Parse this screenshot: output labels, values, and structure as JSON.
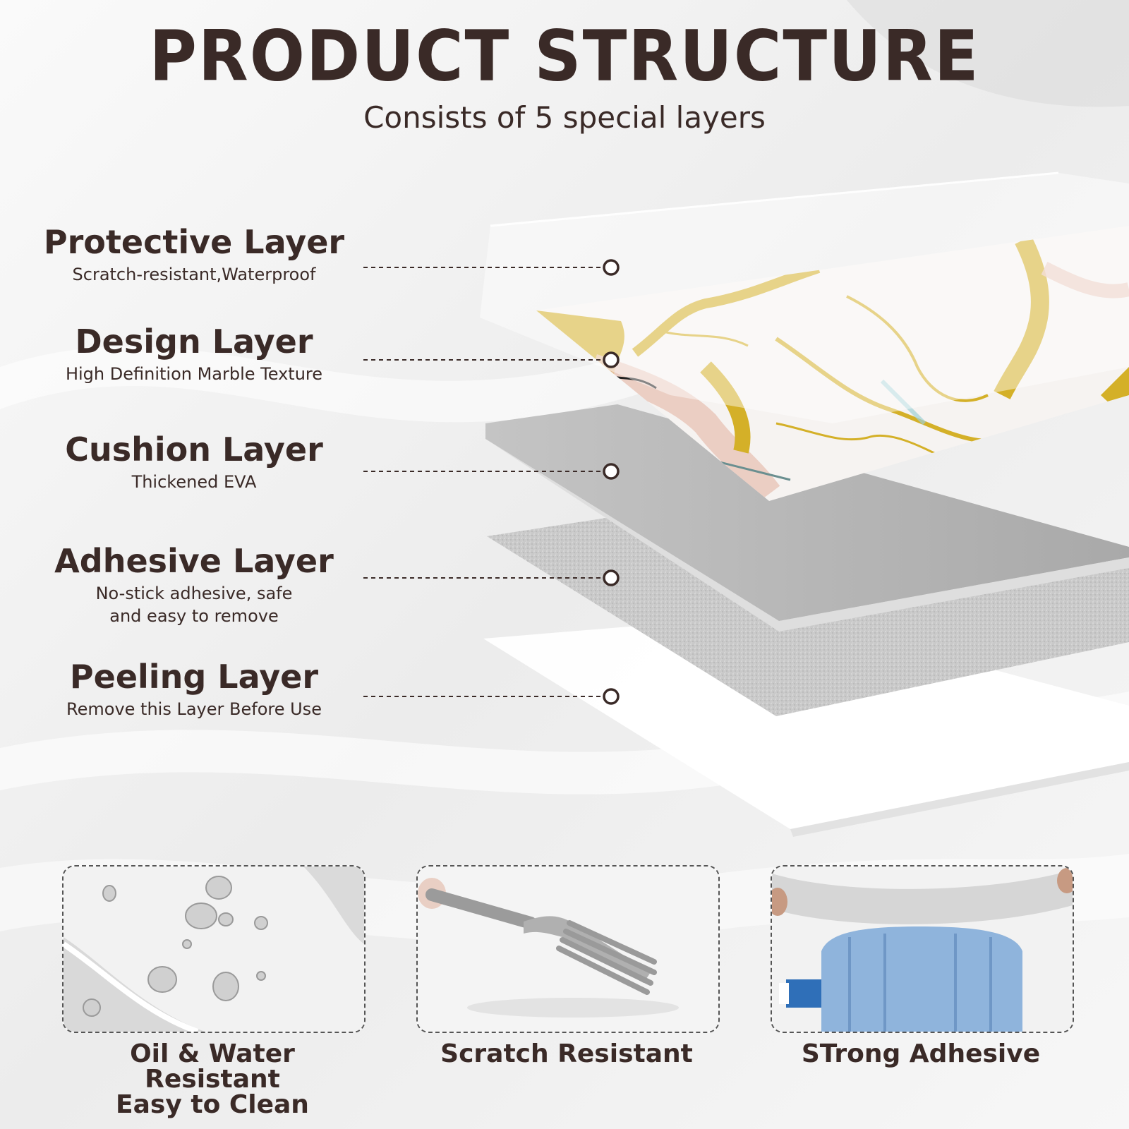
{
  "header": {
    "title": "PRODUCT STRUCTURE",
    "subtitle": "Consists of 5 special layers"
  },
  "layers": [
    {
      "name": "Protective Layer",
      "desc": [
        "Scratch-resistant,Waterproof"
      ]
    },
    {
      "name": "Design Layer",
      "desc": [
        "High Definition Marble Texture"
      ]
    },
    {
      "name": "Cushion Layer",
      "desc": [
        "Thickened EVA"
      ]
    },
    {
      "name": "Adhesive Layer",
      "desc": [
        "No-stick adhesive, safe",
        "and easy to remove"
      ]
    },
    {
      "name": "Peeling Layer",
      "desc": [
        "Remove this Layer Before Use"
      ]
    }
  ],
  "features": [
    {
      "icon": "water-droplets-icon",
      "lines": [
        "Oil & Water Resistant",
        "Easy to Clean"
      ]
    },
    {
      "icon": "fork-icon",
      "lines": [
        "Scratch Resistant"
      ]
    },
    {
      "icon": "water-bottle-icon",
      "lines": [
        "STrong Adhesive"
      ]
    }
  ],
  "colors": {
    "text": "#3a2a27",
    "marble_gold": "#d4b028",
    "marble_pink": "#e8c4b8",
    "cushion_gray": "#bdbdbd"
  }
}
